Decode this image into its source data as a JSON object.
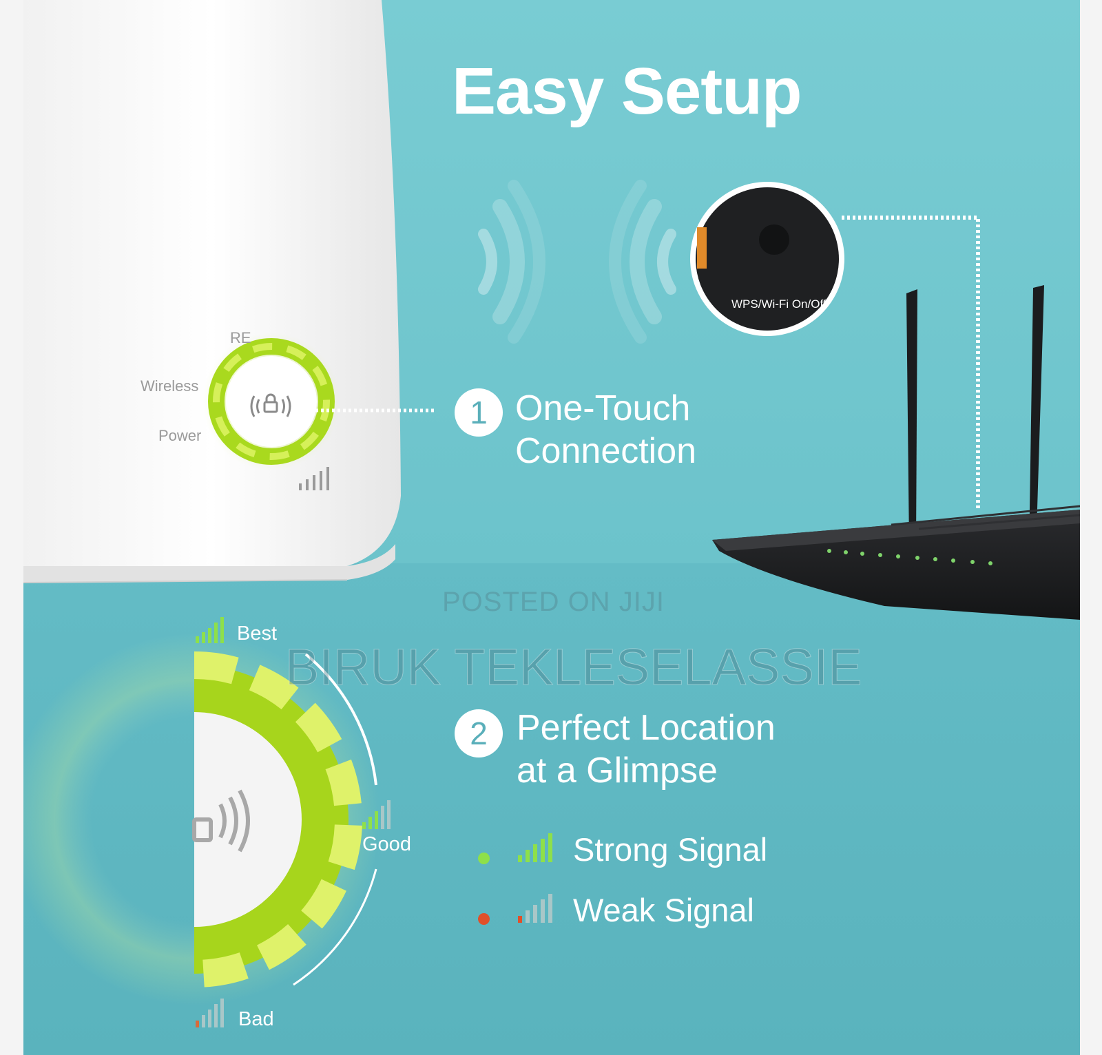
{
  "title": "Easy Setup",
  "steps": [
    {
      "number": "1",
      "line1": "One-Touch",
      "line2": "Connection"
    },
    {
      "number": "2",
      "line1": "Perfect Location",
      "line2": "at a Glimpse"
    }
  ],
  "extender_labels": {
    "re": "RE",
    "wireless": "Wireless",
    "power": "Power"
  },
  "router": {
    "button_label": "WPS/Wi-Fi On/Off"
  },
  "signal_scale": {
    "best": "Best",
    "good": "Good",
    "bad": "Bad"
  },
  "legend": [
    {
      "text": "Strong Signal",
      "dot_color": "#8ee04a"
    },
    {
      "text": "Weak Signal",
      "dot_color": "#e0502a"
    }
  ],
  "watermark": {
    "line1": "POSTED ON JIJI",
    "line2": "BIRUK TEKLESELASSIE"
  },
  "colors": {
    "teal": "#6cc3cb",
    "green_ring": "#a9d91e",
    "router_black": "#1e1f21"
  }
}
